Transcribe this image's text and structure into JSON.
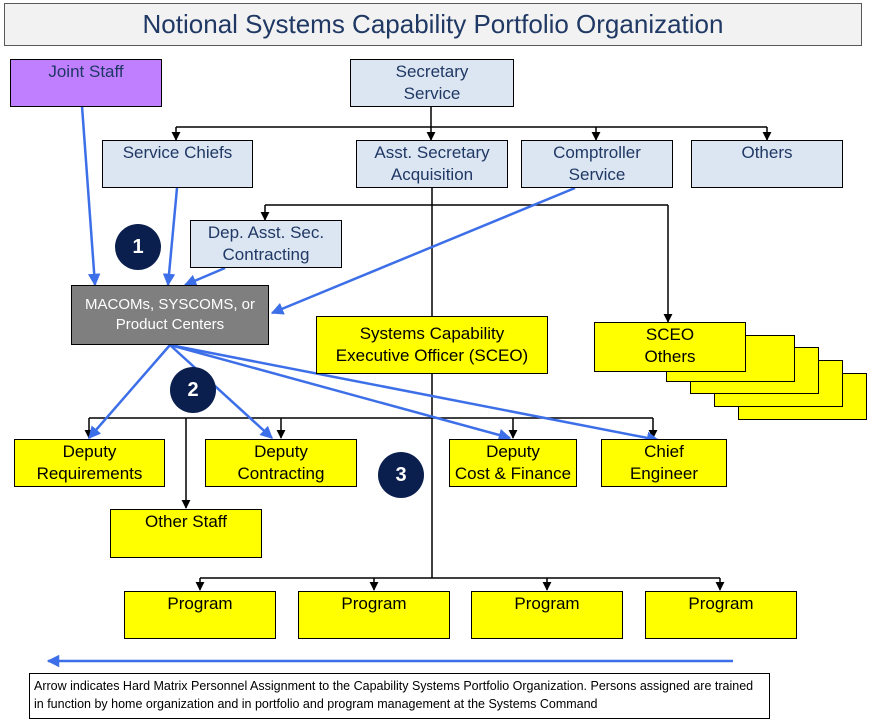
{
  "title": "Notional Systems Capability Portfolio Organization",
  "boxes": {
    "joint_staff": "Joint Staff",
    "secretary": [
      "Secretary",
      "Service"
    ],
    "service_chiefs": "Service Chiefs",
    "asst_secretary": [
      "Asst. Secretary",
      "Acquisition"
    ],
    "comptroller": [
      "Comptroller",
      "Service"
    ],
    "others": "Others",
    "dep_asst_sec": [
      "Dep. Asst. Sec.",
      "Contracting"
    ],
    "macoms": [
      "MACOMs, SYSCOMS, or",
      "Product Centers"
    ],
    "sceo": [
      "Systems Capability",
      "Executive Officer (SCEO)"
    ],
    "sceo_others": [
      "SCEO",
      "Others"
    ],
    "deputy_requirements": [
      "Deputy",
      "Requirements"
    ],
    "deputy_contracting": [
      "Deputy",
      "Contracting"
    ],
    "deputy_cost": [
      "Deputy",
      "Cost & Finance"
    ],
    "chief_engineer": [
      "Chief",
      "Engineer"
    ],
    "other_staff": "Other Staff",
    "program": "Program"
  },
  "badges": [
    "1",
    "2",
    "3"
  ],
  "note": "Arrow indicates Hard Matrix Personnel Assignment to the Capability Systems Portfolio Organization. Persons assigned are trained in function by home  organization and in portfolio and program management at the Systems Command",
  "colors": {
    "assignment_arrow": "#3d6fe8",
    "badge": "#0b1f4f",
    "staff_box": "#dce6f2",
    "portfolio_box": "#ffff00",
    "joint_staff_box": "#bf7fff",
    "macoms_box": "#7f7f7f"
  }
}
